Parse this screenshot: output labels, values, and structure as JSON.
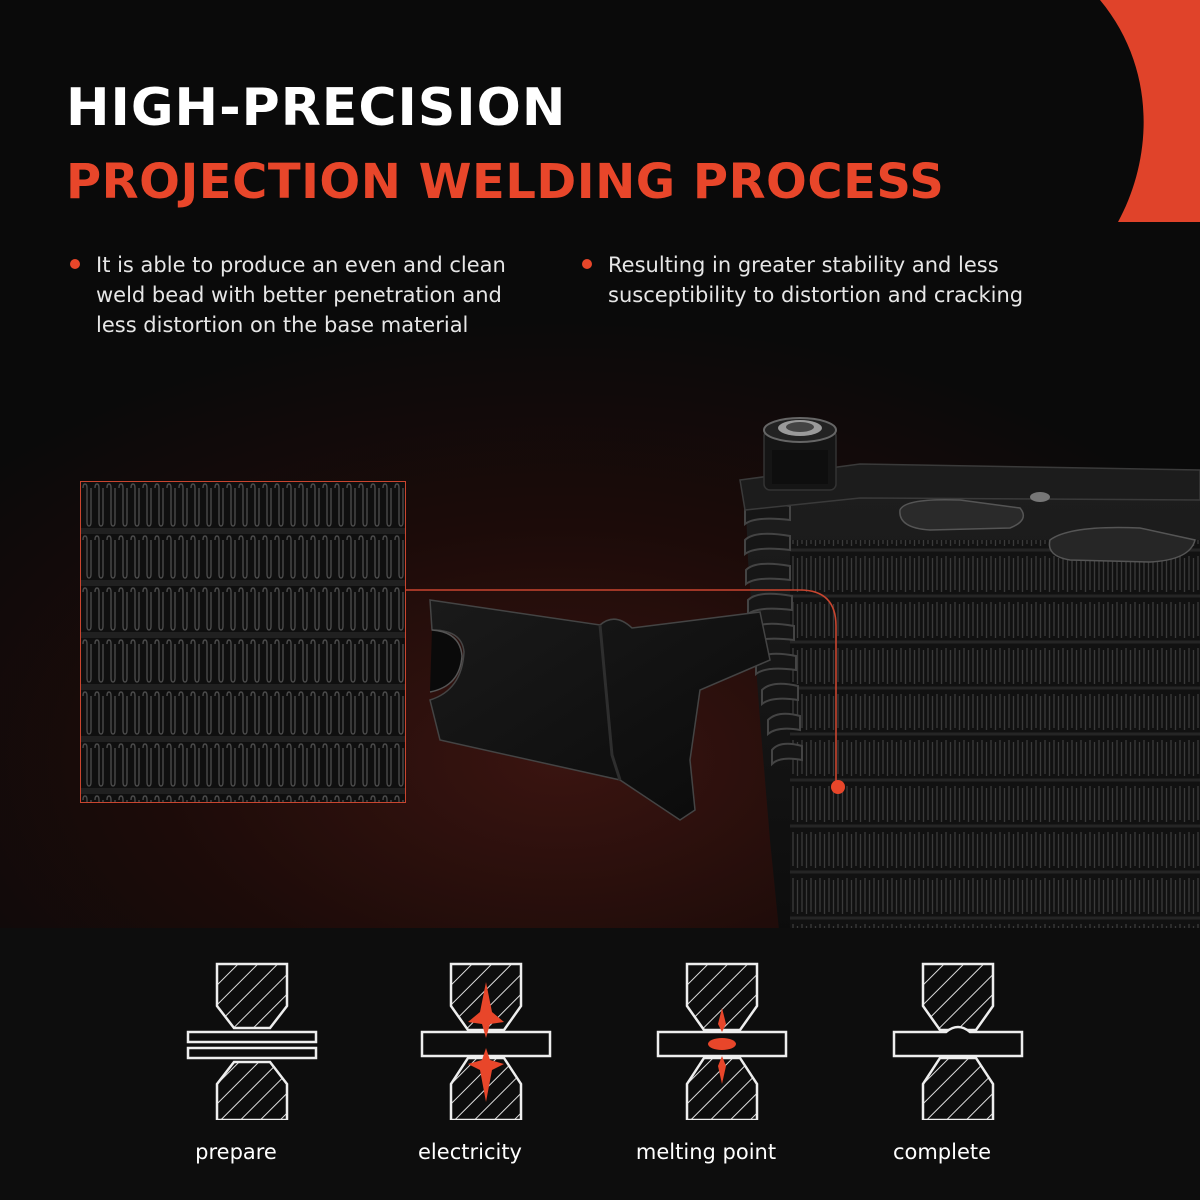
{
  "headline": {
    "line1": "HIGH-PRECISION",
    "line2": "PROJECTION WELDING PROCESS"
  },
  "bullets": [
    {
      "text": "It is able to produce an even and clean weld bead with better penetration and less distortion on the base material"
    },
    {
      "text": "Resulting in greater stability and less susceptibility to distortion and cracking"
    }
  ],
  "steps": [
    {
      "label": "prepare",
      "icon": "weld-prepare-icon"
    },
    {
      "label": "electricity",
      "icon": "weld-electricity-icon"
    },
    {
      "label": "melting point",
      "icon": "weld-melting-icon"
    },
    {
      "label": "complete",
      "icon": "weld-complete-icon"
    }
  ],
  "colors": {
    "accent": "#e8462a",
    "background": "#0a0a0a"
  }
}
